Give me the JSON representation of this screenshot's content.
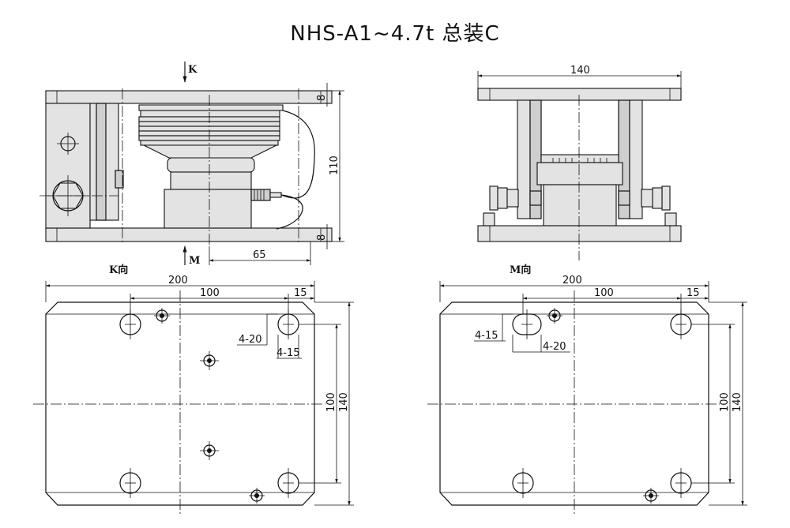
{
  "title": "NHS-A1~4.7t 总装C",
  "front_view": {
    "arrow_top": "K",
    "arrow_bottom": "M",
    "dim_height": "110",
    "dim_top_plate": "8",
    "dim_bottom_plate": "8",
    "dim_offset": "65"
  },
  "side_view": {
    "dim_width": "140"
  },
  "k_view": {
    "label": "K向",
    "dim_width": "200",
    "dim_hole_span": "100",
    "dim_edge": "15",
    "dim_slot_a": "4-20",
    "dim_slot_b": "4-15",
    "dim_inner": "100",
    "dim_height": "140"
  },
  "m_view": {
    "label": "M向",
    "dim_width": "200",
    "dim_hole_span": "100",
    "dim_edge": "15",
    "dim_slot_a": "4-15",
    "dim_slot_b": "4-20",
    "dim_inner": "100",
    "dim_height": "140"
  }
}
